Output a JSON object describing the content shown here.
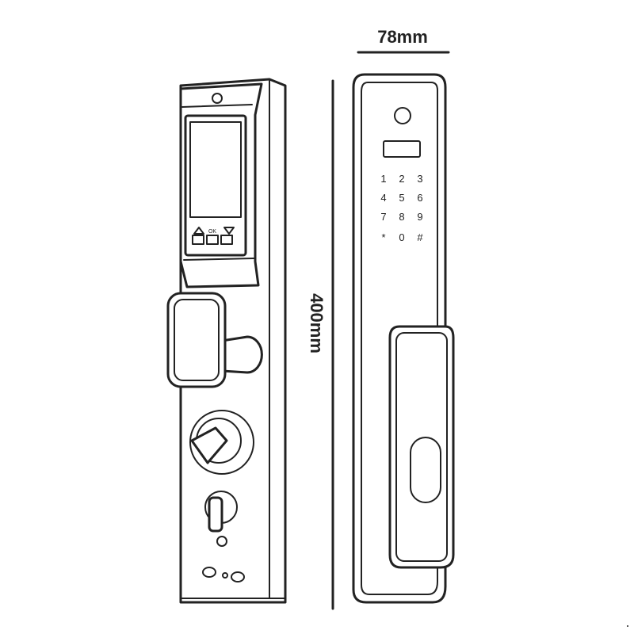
{
  "dimensions": {
    "width_label": "78mm",
    "height_label": "400mm"
  },
  "control_panel": {
    "up_icon": "triangle-up",
    "ok_label": "OK",
    "down_icon": "triangle-down"
  },
  "keypad": {
    "keys": [
      "1",
      "2",
      "3",
      "4",
      "5",
      "6",
      "7",
      "8",
      "9",
      "*",
      "0",
      "#"
    ]
  },
  "colors": {
    "line": "#222222",
    "background": "#ffffff"
  }
}
